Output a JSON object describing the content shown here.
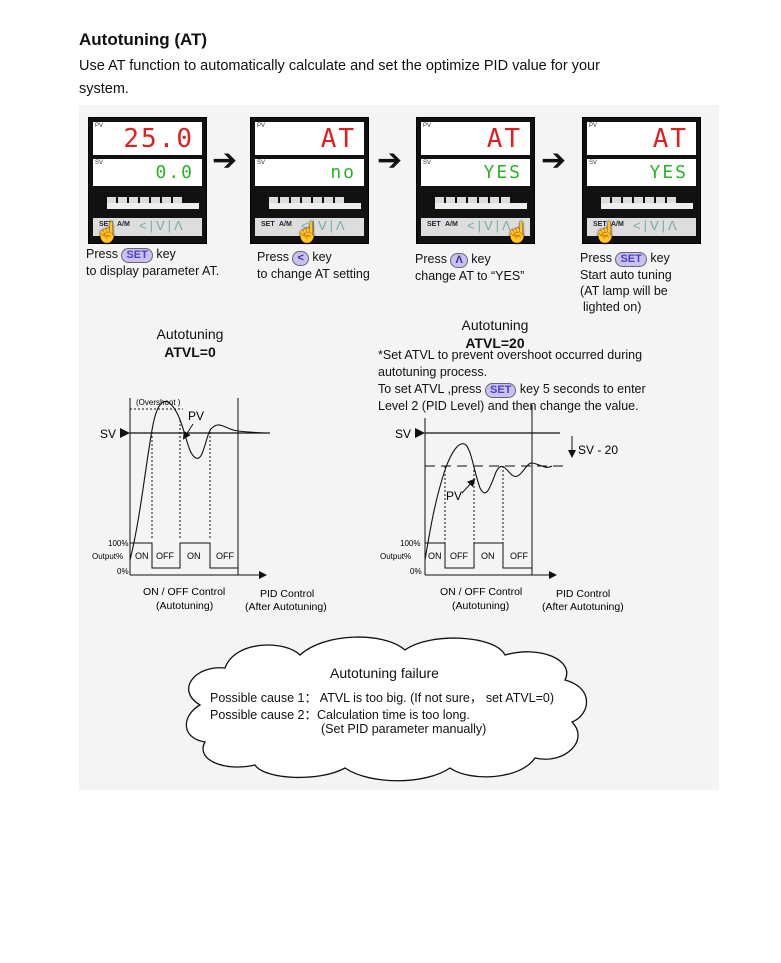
{
  "heading": "Autotuning (AT)",
  "intro": "Use AT function to automatically calculate and set the optimize PID value for your system.",
  "controllers": [
    {
      "pv": "25.0",
      "sv": "0.0"
    },
    {
      "pv": "AT",
      "sv": "no"
    },
    {
      "pv": "AT",
      "sv": "YES"
    },
    {
      "pv": "AT",
      "sv": "YES"
    }
  ],
  "controller_labels": {
    "pv": "PV",
    "sv": "SV",
    "key_set": "SET",
    "key_am": "A/M"
  },
  "steps": [
    {
      "press": "Press",
      "key": "SET",
      "key_after": "key",
      "line2": "to display parameter AT."
    },
    {
      "press": "Press",
      "key": "<",
      "key_after": "key",
      "line2": "to change AT setting"
    },
    {
      "press": "Press",
      "key": "Λ",
      "key_after": "key",
      "line2": "change AT to  “YES”"
    },
    {
      "press": "Press",
      "key": "SET",
      "key_after": "key",
      "line2": "Start auto tuning",
      "line3": "(AT lamp will be",
      "line4": "lighted on)"
    }
  ],
  "chart_left": {
    "title": "Autotuning",
    "subtitle": "ATVL=0",
    "overshoot": "(Overshoot )",
    "pv": "PV",
    "sv": "SV",
    "y100": "100%",
    "ylabel": "Output%",
    "y0": "0%",
    "segments": [
      "ON",
      "OFF",
      "ON",
      "OFF"
    ],
    "x_onoff": "ON / OFF Control",
    "x_onoff_sub": "(Autotuning)",
    "x_pid": "PID Control",
    "x_pid_sub": "(After Autotuning)"
  },
  "chart_right": {
    "title": "Autotuning",
    "subtitle": "ATVL=20",
    "note1": "*Set ATVL to prevent overshoot occurred during",
    "note2": "autotuning process.",
    "note3_pre": "To set ATVL  ,press",
    "note3_key": "SET",
    "note3_post": "key 5 seconds to enter",
    "note4": "Level 2 (PID Level) and then change the value.",
    "sv": "SV",
    "sv_minus": "SV - 20",
    "pv": "PV",
    "y100": "100%",
    "ylabel": "Output%",
    "y0": "0%",
    "segments": [
      "ON",
      "OFF",
      "ON",
      "OFF"
    ],
    "x_onoff": "ON / OFF Control",
    "x_onoff_sub": "(Autotuning)",
    "x_pid": "PID Control",
    "x_pid_sub": "(After Autotuning)"
  },
  "failure": {
    "title": "Autotuning failure",
    "cause1": "Possible cause 1： ATVL is too big. (If not sure， set ATVL=0)",
    "cause2": "Possible cause 2：Calculation time is too long.",
    "cause2b": "(Set PID parameter manually)"
  }
}
